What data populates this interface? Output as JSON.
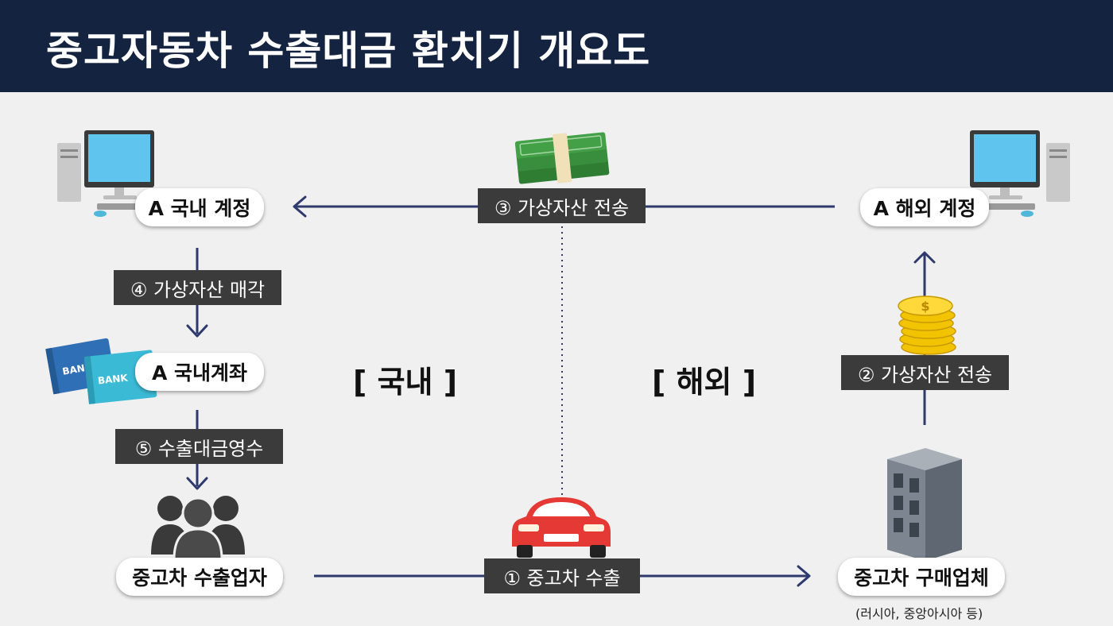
{
  "header": {
    "title": "중고자동차 수출대금 환치기 개요도"
  },
  "regions": {
    "domestic": "[ 국내 ]",
    "overseas": "[ 해외 ]"
  },
  "nodes": {
    "domestic_account": "A 국내 계정",
    "overseas_account": "A 해외 계정",
    "domestic_bank": "A 국내계좌",
    "exporter": "중고차 수출업자",
    "buyer": "중고차 구매업체",
    "buyer_sub": "(러시아, 중앙아시아 등)"
  },
  "steps": {
    "s1": "① 중고차 수출",
    "s2": "② 가상자산 전송",
    "s3": "③ 가상자산 전송",
    "s4": "④ 가상자산 매각",
    "s5": "⑤ 수출대금영수"
  },
  "icons": {
    "left_computer": "desktop-computer-icon",
    "right_computer": "desktop-computer-icon",
    "money": "cash-stack-icon",
    "coins": "dollar-coins-icon",
    "bankbook": "bankbook-icon",
    "people": "people-group-icon",
    "car": "car-icon",
    "building": "office-building-icon"
  },
  "bankbook_text": "BANK",
  "colors": {
    "header": "#142340",
    "arrow": "#2e3a6e",
    "label_bg": "#3b3b3b"
  }
}
